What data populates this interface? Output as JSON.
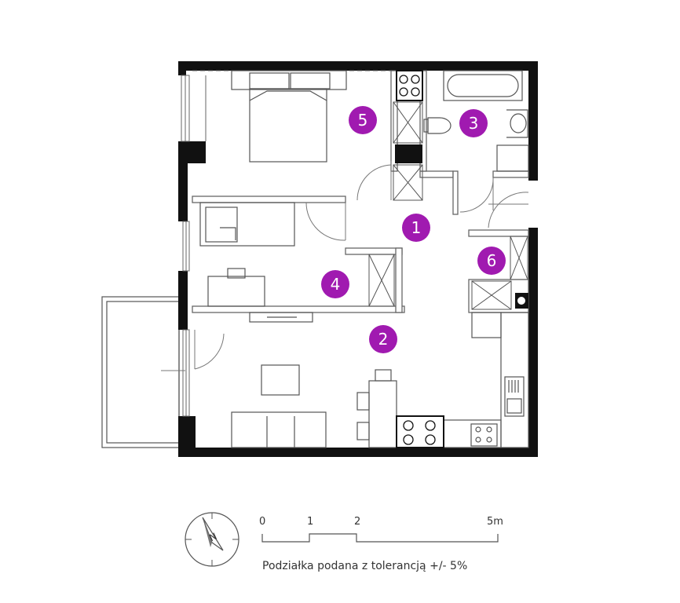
{
  "rooms": [
    {
      "number": "1"
    },
    {
      "number": "2"
    },
    {
      "number": "3"
    },
    {
      "number": "4"
    },
    {
      "number": "5"
    },
    {
      "number": "6"
    }
  ],
  "scale": {
    "tick_labels": [
      "0",
      "1",
      "2",
      "5m"
    ],
    "caption": "Podziałka podana z tolerancją +/- 5%"
  },
  "compass": {
    "label": "N"
  },
  "colors": {
    "room_badge": "#a01ab0",
    "wall": "#111111",
    "line": "#555555"
  }
}
